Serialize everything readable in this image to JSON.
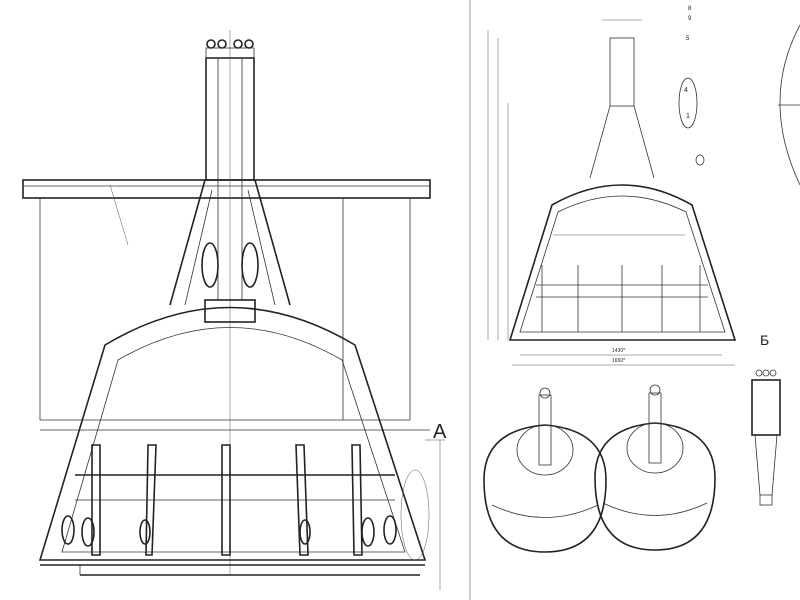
{
  "left_view": {
    "section_label": "A"
  },
  "right_view": {
    "callouts": [
      "8",
      "9",
      "5",
      "4",
      "1"
    ],
    "dimensions": [
      "1430*",
      "1650*"
    ],
    "detail_label": "Б"
  }
}
